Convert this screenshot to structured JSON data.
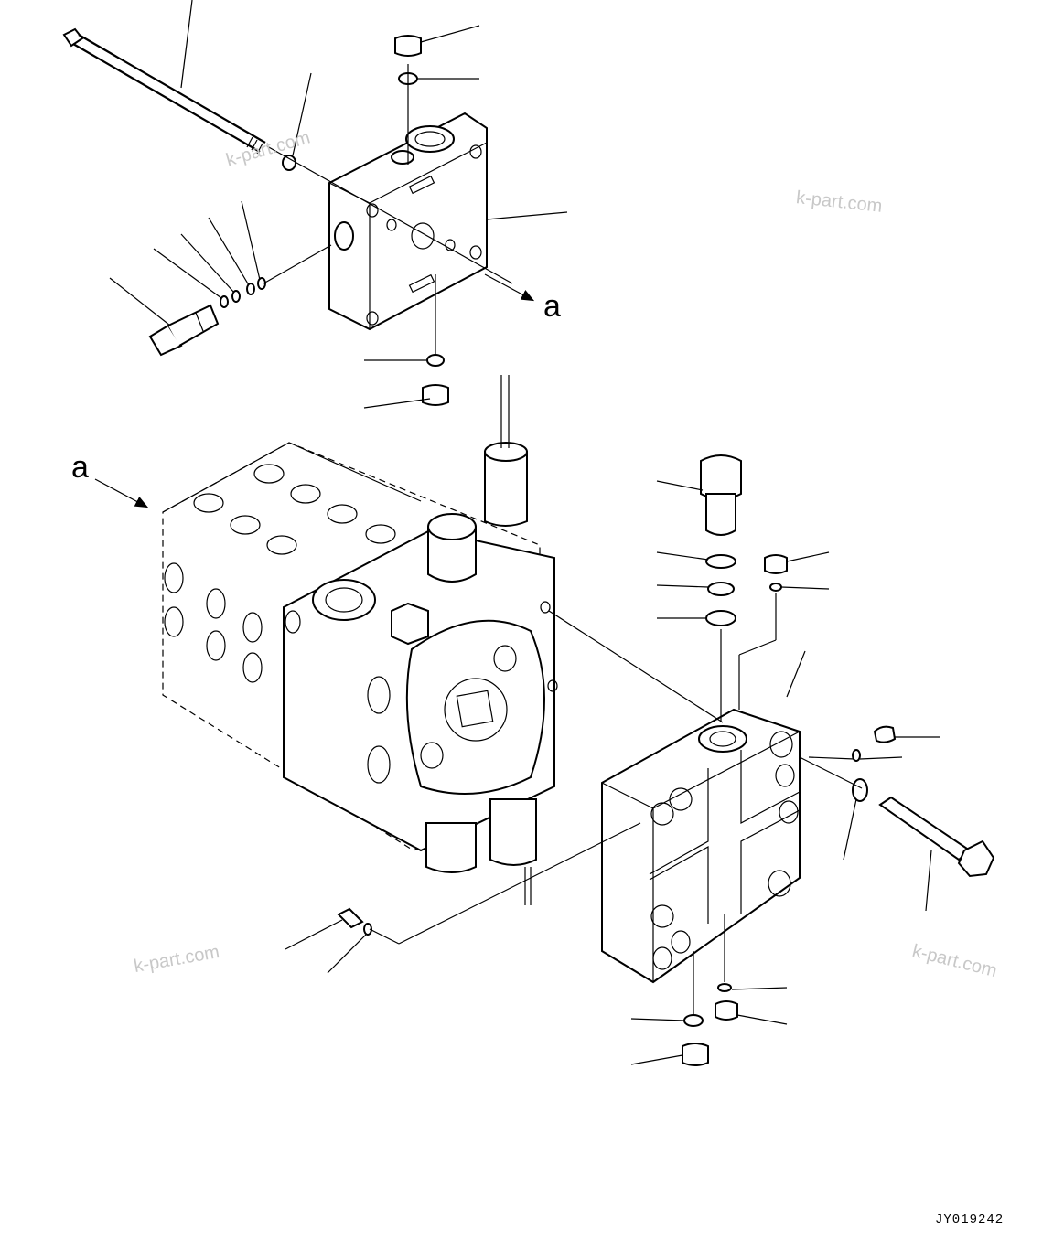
{
  "labels": {
    "arrow_top": "a",
    "arrow_left": "a"
  },
  "watermarks": [
    "k-part.com",
    "k-part.com",
    "k-part.com",
    "k-part.com"
  ],
  "drawing_code": "JY019242"
}
